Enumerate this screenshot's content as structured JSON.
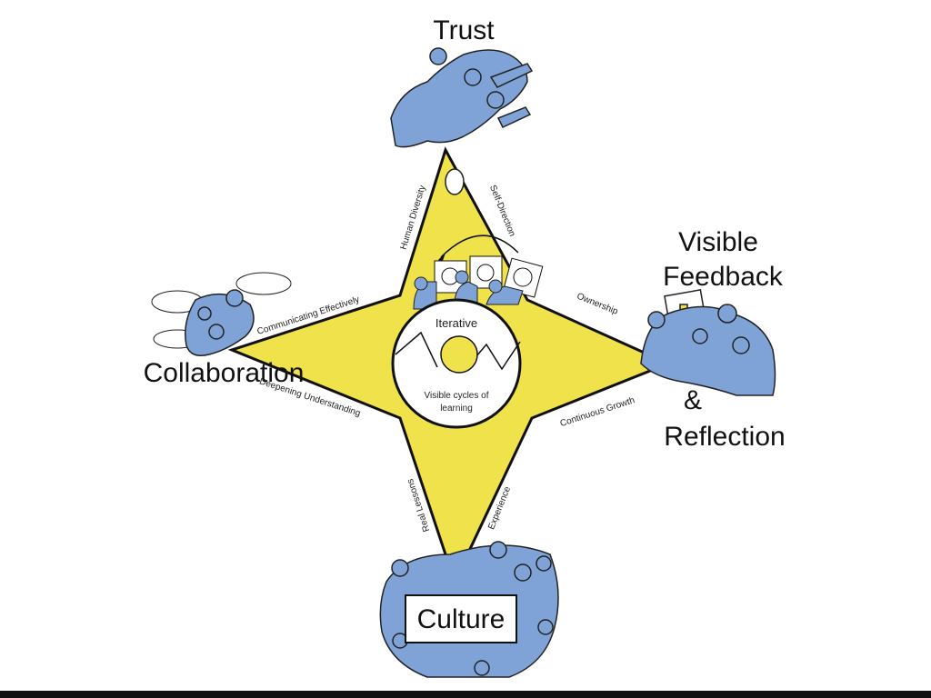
{
  "colors": {
    "star": "#f0e24a",
    "people": "#7fa3d6",
    "outline": "#111111"
  },
  "nodes": {
    "top": "Trust",
    "left": "Collaboration",
    "right_1": "Visible",
    "right_2": "Feedback",
    "right_3": "&",
    "right_4": "Reflection",
    "bottom": "Culture"
  },
  "edges": {
    "human_diversity": "Human Diversity",
    "self_direction": "Self-Direction",
    "communicating": "Communicating Effectively",
    "ownership": "Ownership",
    "deepening": "Deepening Understanding",
    "continuous": "Continuous Growth",
    "real_lessons": "Real Lessons",
    "experience": "Experience"
  },
  "center": {
    "title": "Iterative",
    "caption_1": "Visible cycles of",
    "caption_2": "learning"
  }
}
